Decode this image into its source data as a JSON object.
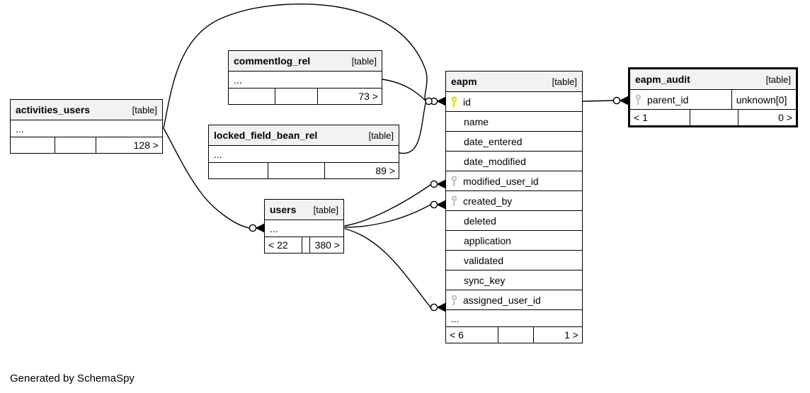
{
  "footer_note": "Generated by SchemaSpy",
  "colors": {
    "primary_key": "#dede00",
    "foreign_key": "#c6c6c6",
    "table_header_bg": "#f2f2f2",
    "line": "#000000"
  },
  "tables": [
    {
      "name": "activities_users",
      "type_label": "[table]",
      "ellipsis": "...",
      "stats": {
        "left": "",
        "mid": "",
        "right": "128 >"
      }
    },
    {
      "name": "commentlog_rel",
      "type_label": "[table]",
      "ellipsis": "...",
      "stats": {
        "left": "",
        "mid": "",
        "right": "73 >"
      }
    },
    {
      "name": "locked_field_bean_rel",
      "type_label": "[table]",
      "ellipsis": "...",
      "stats": {
        "left": "",
        "mid": "",
        "right": "89 >"
      }
    },
    {
      "name": "users",
      "type_label": "[table]",
      "ellipsis": "...",
      "stats": {
        "left": "< 22",
        "mid": "",
        "right": "380 >"
      }
    },
    {
      "name": "eapm",
      "type_label": "[table]",
      "fields": [
        {
          "name": "id",
          "key": "primary"
        },
        {
          "name": "name"
        },
        {
          "name": "date_entered"
        },
        {
          "name": "date_modified"
        },
        {
          "name": "modified_user_id",
          "key": "foreign"
        },
        {
          "name": "created_by",
          "key": "foreign"
        },
        {
          "name": "deleted"
        },
        {
          "name": "application"
        },
        {
          "name": "validated"
        },
        {
          "name": "sync_key"
        },
        {
          "name": "assigned_user_id",
          "key": "foreign"
        }
      ],
      "ellipsis": "...",
      "stats": {
        "left": "< 6",
        "mid": "",
        "right": "1 >"
      }
    },
    {
      "name": "eapm_audit",
      "type_label": "[table]",
      "fields": [
        {
          "name": "parent_id",
          "key": "foreign",
          "type": "unknown[0]"
        }
      ],
      "stats": {
        "left": "< 1",
        "mid": "",
        "right": "0 >"
      }
    }
  ],
  "edges": [
    {
      "from": "activities_users",
      "to": "eapm.id"
    },
    {
      "from": "commentlog_rel",
      "to": "eapm.id"
    },
    {
      "from": "locked_field_bean_rel",
      "to": "eapm.id"
    },
    {
      "from": "activities_users",
      "to": "users"
    },
    {
      "from": "users",
      "to": "eapm.modified_user_id"
    },
    {
      "from": "users",
      "to": "eapm.created_by"
    },
    {
      "from": "users",
      "to": "eapm.assigned_user_id"
    },
    {
      "from": "eapm.id",
      "to": "eapm_audit.parent_id"
    }
  ]
}
